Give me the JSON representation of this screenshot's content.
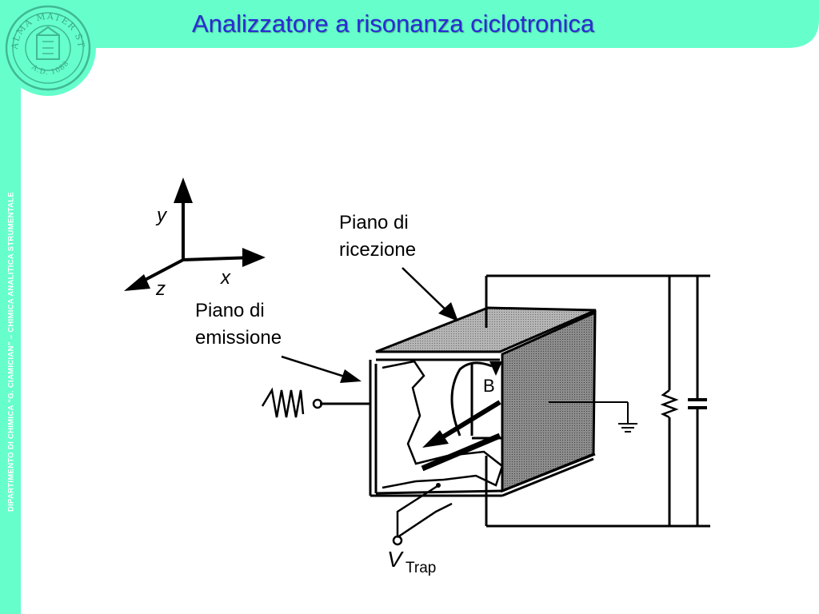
{
  "slide": {
    "title": "Analizzatore a risonanza ciclotronica",
    "sidebar_text": "DIPARTIMENTO DI CHIMICA “G. CIAMICIAN” – CHIMICA ANALITICA STRUMENTALE",
    "logo": {
      "text_top": "ALMA MATER STUDIORUM",
      "text_bottom": "A.D. 1088"
    },
    "colors": {
      "frame": "#66ffcc",
      "title": "#2b2bd6",
      "plate": "#a9a9a9"
    }
  },
  "diagram": {
    "axes": {
      "x": "x",
      "y": "y",
      "z": "z"
    },
    "receive_plane": [
      "Piano di",
      "ricezione"
    ],
    "emit_plane": [
      "Piano di",
      "emissione"
    ],
    "field_label": "B",
    "trap_label": "V",
    "trap_subscript": "Trap"
  }
}
